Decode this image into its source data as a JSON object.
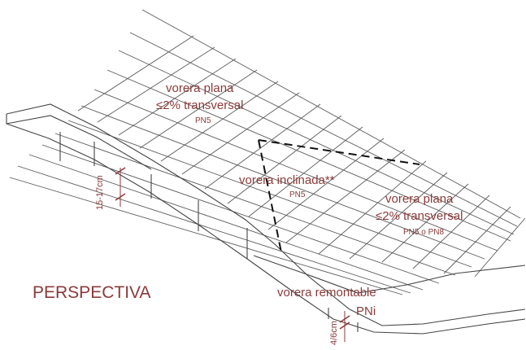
{
  "labels": {
    "zone_top": {
      "line1": "vorera plana",
      "line2": "≤2% transversal",
      "code": "PN5"
    },
    "zone_middle": {
      "line1": "vorera inclinada**",
      "code": "PN5"
    },
    "zone_right": {
      "line1": "vorera plana",
      "line2": "≤2% transversal",
      "code": "PN5 o PN8"
    },
    "zone_bottom": {
      "line1": "vorera remontable",
      "code": "PNi"
    },
    "view_title": "PERSPECTIVA",
    "dim_curb": "15-17cm",
    "dim_low": "4/6cm"
  },
  "colors": {
    "label": "#8b3a3a",
    "lines": "#5a5a5a"
  }
}
